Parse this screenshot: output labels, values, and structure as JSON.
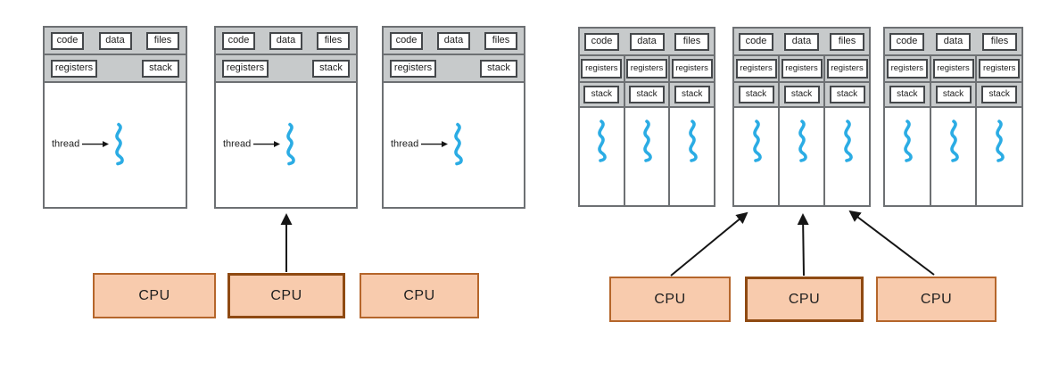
{
  "labels": {
    "code": "code",
    "data": "data",
    "files": "files",
    "registers": "registers",
    "stack": "stack",
    "thread": "thread",
    "cpu": "CPU"
  },
  "structure": {
    "left_group": {
      "processes": 3,
      "threads_per_process": 1,
      "cpus": 3
    },
    "right_group": {
      "processes": 3,
      "threads_per_process": 3,
      "cpus": 3
    }
  },
  "colors": {
    "band_gray": "#c7cacb",
    "box_border": "#6d7073",
    "inner_border": "#45484b",
    "thread_blue": "#2bace4",
    "cpu_fill": "#f8cbad",
    "cpu_border": "#b5662b",
    "cpu_border_active": "#8f4a12",
    "arrow": "#151515",
    "text": "#1c1c1c"
  }
}
